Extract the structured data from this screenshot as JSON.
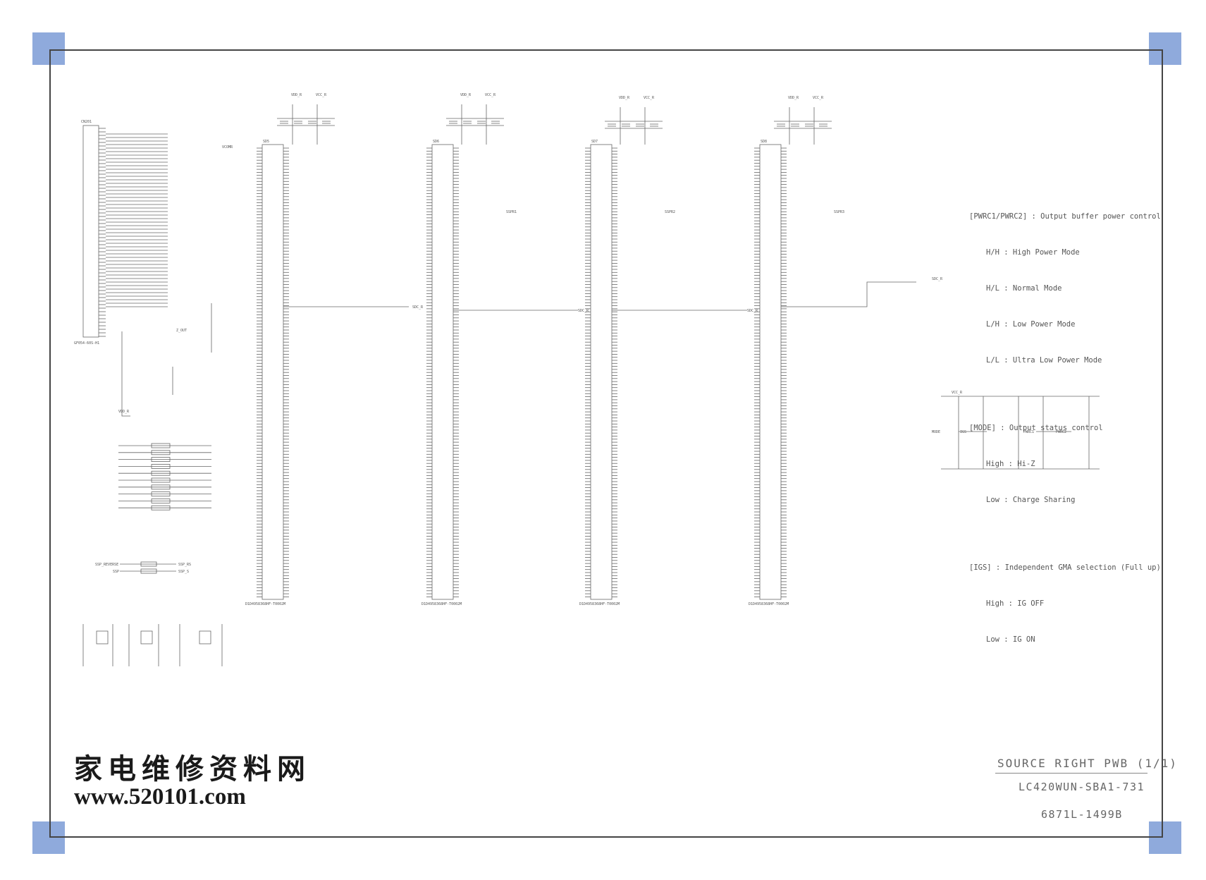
{
  "notes": {
    "pwrc_heading": "[PWRC1/PWRC2] : Output buffer power control",
    "pwrc_modes": [
      "H/H : High Power Mode",
      "H/L : Normal Mode",
      "L/H : Low Power Mode",
      "L/L : Ultra Low Power Mode"
    ],
    "mode_heading": "[MODE] : Output status control",
    "mode_values": [
      "High : Hi-Z",
      "Low : Charge Sharing"
    ],
    "igs_heading": "[IGS] : Independent GMA selection (Full up)",
    "igs_values": [
      "High : IG OFF",
      "Low : IG ON"
    ]
  },
  "title_block": {
    "title": "SOURCE RIGHT PWB (1/1)",
    "model": "LC420WUN-SBA1-731",
    "part_number": "6871L-1499B"
  },
  "watermark": {
    "chinese": "家电维修资料网",
    "url": "www.520101.com"
  },
  "schematic": {
    "ics": [
      {
        "ref": "SD5",
        "part": "D1D4958368HF-T0002M",
        "vdd": "VDD_R",
        "vcc": "VCC_R"
      },
      {
        "ref": "SD6",
        "part": "D1D4958368HF-T0002M",
        "vdd": "VDD_R",
        "vcc": "VCC_R"
      },
      {
        "ref": "SD7",
        "part": "D1D4958368HF-T0002M",
        "vdd": "VDD_R",
        "vcc": "VCC_R"
      },
      {
        "ref": "SD8",
        "part": "D1D4958368HF-T0002M",
        "vdd": "VDD_R",
        "vcc": "VCC_R"
      }
    ],
    "connector": {
      "ref": "CN201",
      "part": "GF054-60S-H1"
    },
    "net_labels": {
      "vcomr": "VCOMR",
      "sdc_r": "SDC_R",
      "ssp_r1": "SSPR1",
      "ssp_r2": "SSPR2",
      "ssp_r3": "SSPR3",
      "vcc_r": "VCC_R",
      "vdd_r": "VDD_R",
      "z_out": "Z_OUT",
      "ssp_rs": "SSP_RS",
      "ssp_s": "SSP_S",
      "ssp_reverse": "SSP_REVERSE",
      "ssp": "SSP",
      "mode": "MODE",
      "igs": "IGS",
      "pwrc1": "PWRC1",
      "pwrc2": "PWRC2"
    }
  },
  "colors": {
    "corner_marker": "#8faadc",
    "frame": "#444444",
    "line": "#666666"
  }
}
